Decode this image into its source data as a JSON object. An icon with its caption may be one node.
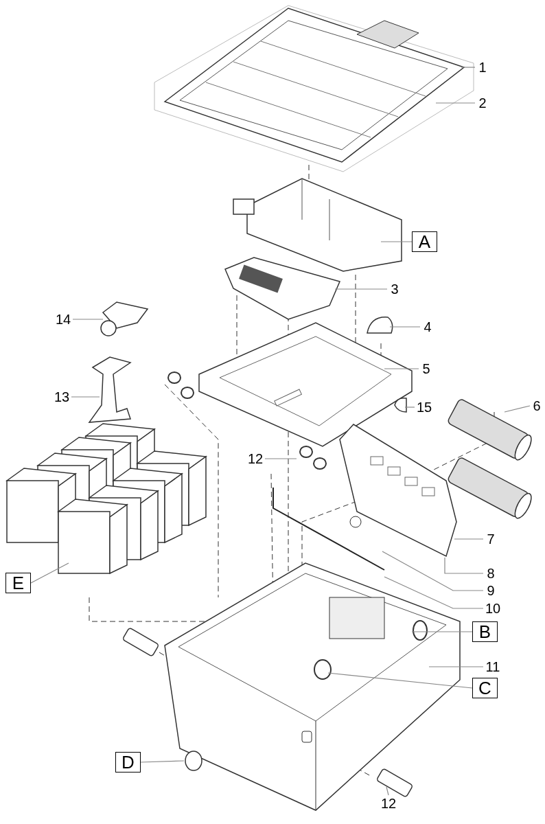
{
  "diagram": {
    "nodes": [
      {
        "text": [
          "1"
        ]
      },
      {
        "text": [
          "2"
        ]
      },
      {
        "text": [
          "A"
        ]
      },
      {
        "text": [
          "3"
        ]
      },
      {
        "text": [
          "14"
        ]
      },
      {
        "text": [
          "4"
        ]
      },
      {
        "text": [
          "5"
        ]
      },
      {
        "text": [
          "13"
        ]
      },
      {
        "text": [
          "6"
        ]
      },
      {
        "text": [
          "15"
        ]
      },
      {
        "text": [
          "12"
        ]
      },
      {
        "text": [
          "7"
        ]
      },
      {
        "text": [
          "E"
        ]
      },
      {
        "text": [
          "8"
        ]
      },
      {
        "text": [
          "9"
        ]
      },
      {
        "text": [
          "10"
        ]
      },
      {
        "text": [
          "B"
        ]
      },
      {
        "text": [
          "11"
        ]
      },
      {
        "text": [
          "C"
        ]
      },
      {
        "text": [
          "D"
        ]
      },
      {
        "text": [
          "12"
        ]
      }
    ],
    "edges": [
      {
        "from": 0,
        "to": null,
        "arrow": "none"
      },
      {
        "from": 1,
        "to": null,
        "arrow": "none"
      },
      {
        "from": 2,
        "to": null,
        "arrow": "none"
      },
      {
        "from": 3,
        "to": null,
        "arrow": "none"
      },
      {
        "from": 4,
        "to": null,
        "arrow": "none"
      },
      {
        "from": 5,
        "to": null,
        "arrow": "none"
      },
      {
        "from": 6,
        "to": null,
        "arrow": "none"
      },
      {
        "from": 7,
        "to": null,
        "arrow": "none"
      },
      {
        "from": 8,
        "to": null,
        "arrow": "none"
      },
      {
        "from": 9,
        "to": null,
        "arrow": "none"
      },
      {
        "from": 10,
        "to": null,
        "arrow": "none"
      },
      {
        "from": 11,
        "to": null,
        "arrow": "none"
      },
      {
        "from": 12,
        "to": null,
        "arrow": "none"
      },
      {
        "from": 13,
        "to": null,
        "arrow": "none"
      },
      {
        "from": 14,
        "to": null,
        "arrow": "none"
      },
      {
        "from": 15,
        "to": null,
        "arrow": "none"
      },
      {
        "from": 16,
        "to": null,
        "arrow": "none"
      },
      {
        "from": 17,
        "to": null,
        "arrow": "none"
      },
      {
        "from": 18,
        "to": null,
        "arrow": "none"
      },
      {
        "from": 19,
        "to": null,
        "arrow": "none"
      },
      {
        "from": 20,
        "to": null,
        "arrow": "none"
      }
    ]
  }
}
